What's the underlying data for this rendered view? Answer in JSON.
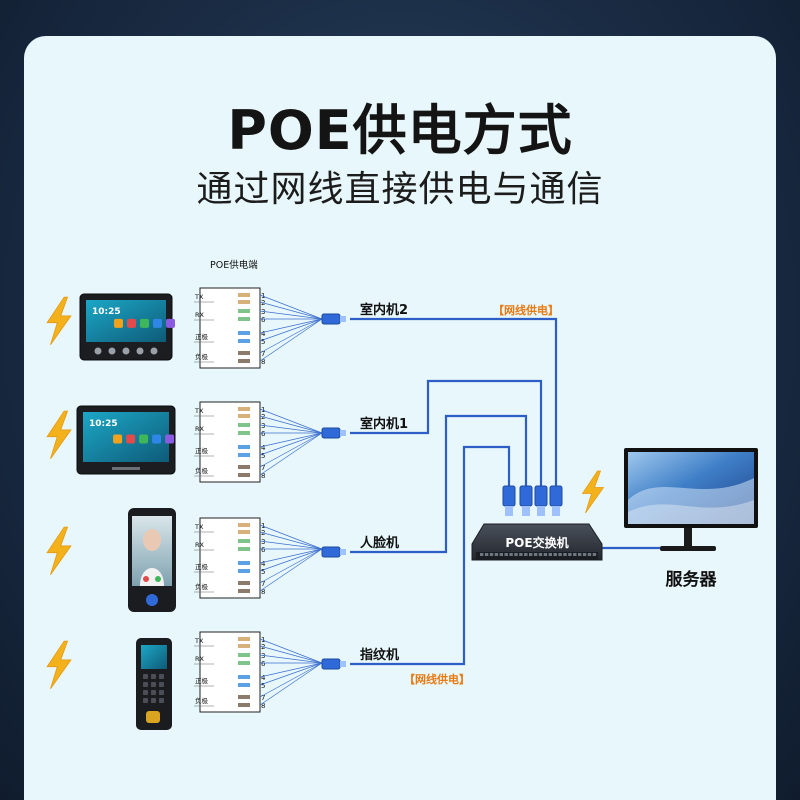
{
  "title": "POE供电方式",
  "subtitle": "通过网线直接供电与通信",
  "panel_header": "POE供电端",
  "pin_labels": {
    "tx": "TX",
    "rx": "RX",
    "pos": "正极",
    "neg": "负极"
  },
  "pin_numbers": [
    "1",
    "2",
    "3",
    "6",
    "4",
    "5",
    "7",
    "8"
  ],
  "devices": [
    {
      "name": "室内机2",
      "screen_time": "10:25"
    },
    {
      "name": "室内机1",
      "screen_time": "10:25"
    },
    {
      "name": "人脸机"
    },
    {
      "name": "指纹机"
    }
  ],
  "cable_tag_top": "【网线供电】",
  "cable_tag_bottom": "【网线供电】",
  "switch_label": "POE交换机",
  "server_label": "服务器",
  "colors": {
    "cable": "#2d5ec8",
    "tag": "#e87a12",
    "bolt": "#f3b21b",
    "switch": "#3a3f48",
    "connector": "#2f6ad8"
  }
}
